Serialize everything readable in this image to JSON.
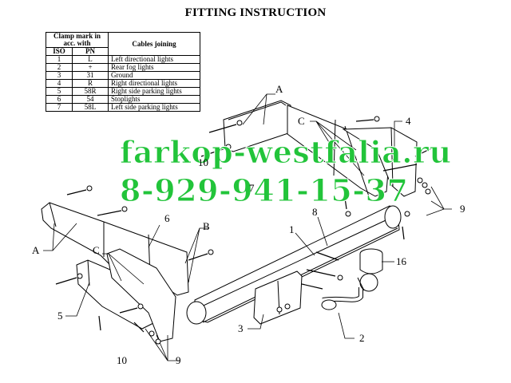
{
  "title": "FITTING INSTRUCTION",
  "legend": {
    "header_clamp": "Clamp mark in acc. with",
    "header_iso": "ISO",
    "header_pn": "PN",
    "header_cables": "Cables joining",
    "rows": [
      {
        "iso": "1",
        "pn": "L",
        "cable": "Left directional lights"
      },
      {
        "iso": "2",
        "pn": "+",
        "cable": "Rear fog lights"
      },
      {
        "iso": "3",
        "pn": "31",
        "cable": "Ground"
      },
      {
        "iso": "4",
        "pn": "R",
        "cable": "Right directional lights"
      },
      {
        "iso": "5",
        "pn": "58R",
        "cable": "Right side parking lights"
      },
      {
        "iso": "6",
        "pn": "54",
        "cable": "Stoplights"
      },
      {
        "iso": "7",
        "pn": "58L",
        "cable": "Left side parking lights"
      }
    ]
  },
  "watermark": {
    "line1": "farkop-westfalia.ru",
    "line2": "8-929-941-15-37"
  },
  "labels": {
    "A_top": "A",
    "C_top": "C",
    "n4": "4",
    "n10_top": "10",
    "n7": "7",
    "n9_right": "9",
    "n8": "8",
    "n1": "1",
    "n16": "16",
    "A_left": "A",
    "n6": "6",
    "B": "B",
    "C_left": "C",
    "n5": "5",
    "n3": "3",
    "n2": "2",
    "n10_bottom": "10",
    "n9_bottom": "9"
  }
}
